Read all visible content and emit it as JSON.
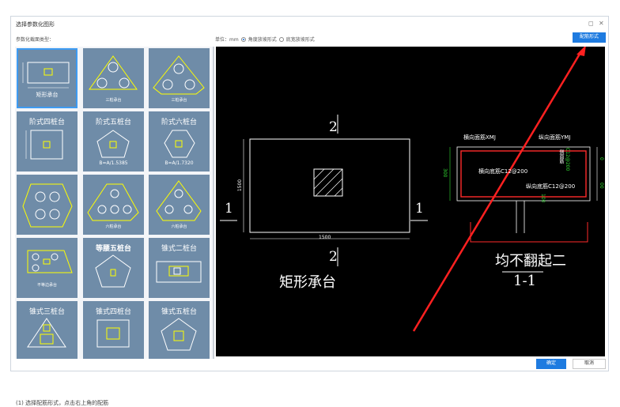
{
  "dialog": {
    "title": "选择参数化图形",
    "restore_icon": "restore-icon",
    "close_icon": "close-icon",
    "type_label": "参数化截面类型：",
    "unit_label": "单位：mm",
    "radio_options": [
      {
        "label": "角度放坡形式",
        "selected": true
      },
      {
        "label": "底宽放坡形式",
        "selected": false
      }
    ],
    "config_button": "配筋形式",
    "ok_button": "确定",
    "cancel_button": "取消"
  },
  "thumbnails": [
    {
      "title": "",
      "caption": "矩形承台"
    },
    {
      "title": "",
      "caption": "三桩承台"
    },
    {
      "title": "",
      "caption": "三桩承台"
    },
    {
      "title": "阶式四桩台",
      "caption": ""
    },
    {
      "title": "阶式五桩台",
      "caption": "B=A/1.5385"
    },
    {
      "title": "阶式六桩台",
      "caption": "B=A/1.7320"
    },
    {
      "title": "",
      "caption": ""
    },
    {
      "title": "",
      "caption": "六桩承台"
    },
    {
      "title": "",
      "caption": "六桩承台"
    },
    {
      "title": "",
      "caption": "不等边承台"
    },
    {
      "title": "等腰五桩台",
      "caption": ""
    },
    {
      "title": "锥式二桩台",
      "caption": ""
    },
    {
      "title": "锥式三桩台",
      "caption": ""
    },
    {
      "title": "锥式四桩台",
      "caption": ""
    },
    {
      "title": "锥式五桩台",
      "caption": ""
    }
  ],
  "preview": {
    "plan_dim_width": "1500",
    "plan_dim_height": "1500",
    "section_top": "2",
    "section_bottom": "2",
    "section_left": "1",
    "section_right": "1",
    "plan_caption": "矩形承台",
    "rebar_top_x": "横向面筋XMJ",
    "rebar_top_y": "纵向面筋YMJ",
    "rebar_bottom_x": "横向底筋C12@200",
    "rebar_bottom_y": "纵向底筋C12@200",
    "side_rebar": "侧面筋",
    "side_rebar_spec": "C12@200",
    "dim_height": "300",
    "dim_a": "100",
    "dim_b": "0",
    "dim_c": "00",
    "section_note": "均不翻起二",
    "section_name": "1-1"
  },
  "colors": {
    "accent": "#1e7be0",
    "rebar_red": "#ff2a2a",
    "dim_green": "#33dd33",
    "annotation_arrow": "#ff2020"
  },
  "bottom_caption": "(1) 选择配筋形式，点击右上角的配筋"
}
